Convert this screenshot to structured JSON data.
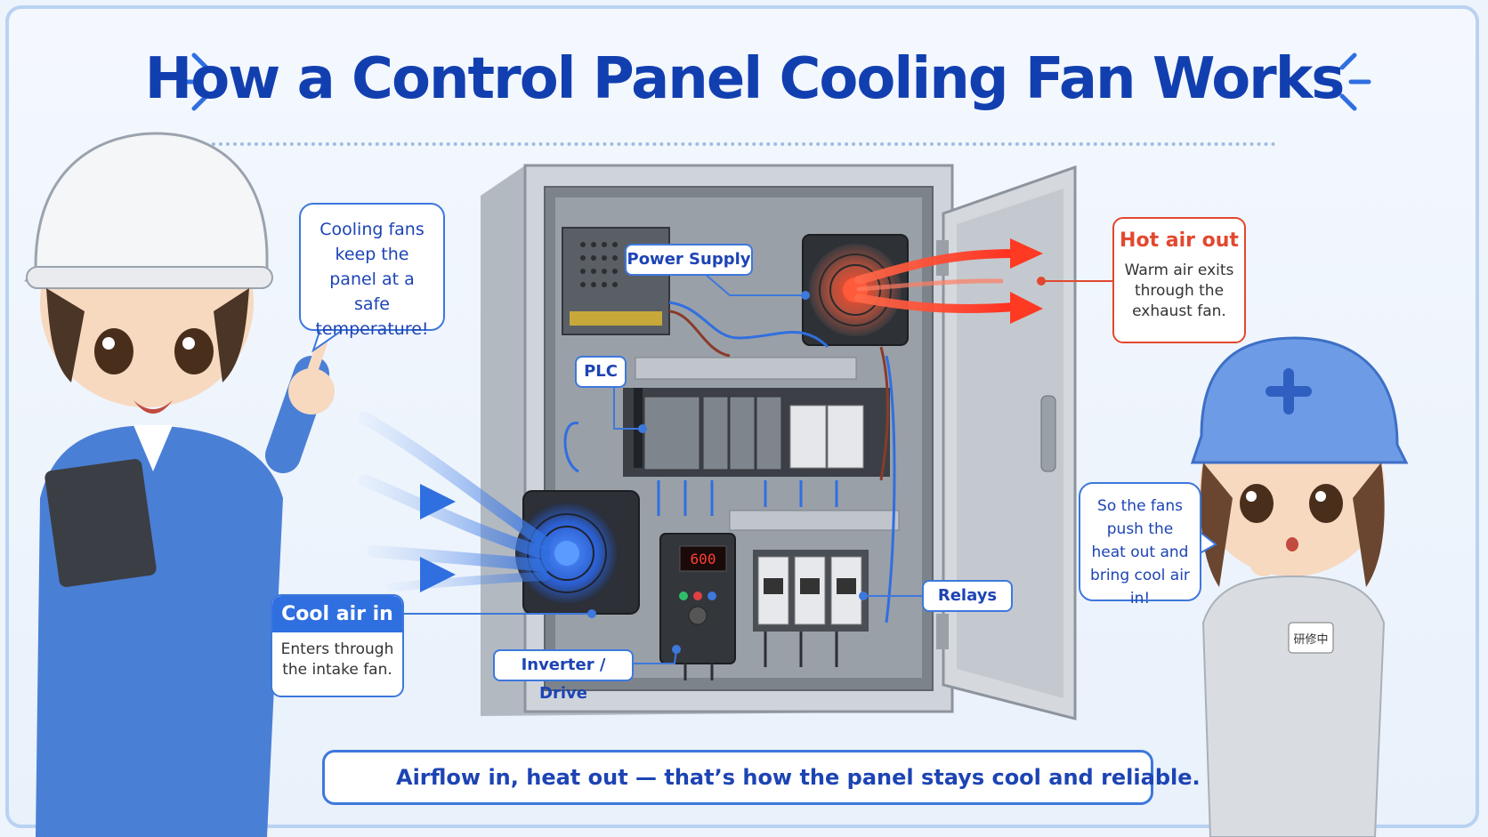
{
  "title": "How a Control Panel Cooling Fan Works",
  "engineer_speech": "Cooling fans keep the panel at a safe temperature!",
  "trainee_speech": "So the fans push the heat out and bring cool air in!",
  "trainee_badge": "研修中",
  "hot_air": {
    "heading": "Hot air out",
    "text": "Warm air exits through the exhaust fan."
  },
  "cool_air": {
    "heading": "Cool air in",
    "text": "Enters through the intake fan."
  },
  "labels": {
    "power_supply": "Power Supply",
    "plc": "PLC",
    "relays": "Relays",
    "inverter": "Inverter / Drive"
  },
  "drive_display": "600",
  "summary": "Airflow in, heat out — that’s how the panel stays cool and reliable.",
  "colors": {
    "accent_blue": "#1d44b4",
    "hot_red": "#e2482f",
    "cool_blue": "#2f6fe0",
    "cabinet_gray": "#c9ced4"
  }
}
